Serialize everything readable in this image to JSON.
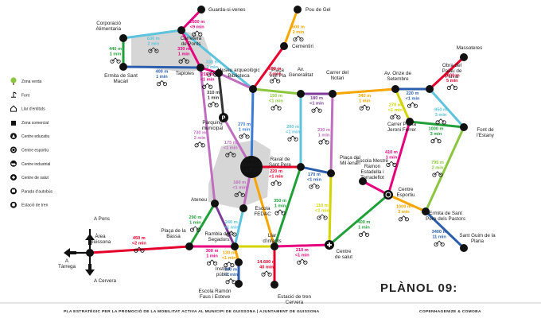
{
  "title": "PLÀNOL 09:",
  "footer": {
    "left": "PLA ESTRATÈGIC PER LA PROMOCIÓ DE LA MOBILITAT ACTIVA AL MUNICIPI DE GUISSONA | AJUNTAMENT DE GUISSONA",
    "right": "COPENHAGENIZE & COMOBA"
  },
  "legend": [
    {
      "label": "Zona verda",
      "icon": "tree-icon"
    },
    {
      "label": "Font",
      "icon": "fountain-icon"
    },
    {
      "label": "Llar d'entitats",
      "icon": "house-icon"
    },
    {
      "label": "Zona comercial",
      "icon": "shopping-bag-icon"
    },
    {
      "label": "Centre educatiu",
      "icon": "school-icon"
    },
    {
      "label": "Centre esportiu",
      "icon": "sports-icon"
    },
    {
      "label": "Centre industrial",
      "icon": "factory-icon"
    },
    {
      "label": "Centre de salut",
      "icon": "health-icon"
    },
    {
      "label": "Parada d'autobús",
      "icon": "bus-icon"
    },
    {
      "label": "Estació de tren",
      "icon": "train-icon"
    }
  ],
  "stops": [
    {
      "id": "corporacio",
      "label": [
        "Corporació",
        "Alimentaria"
      ]
    },
    {
      "id": "carretera_ponts",
      "label": [
        "Carretera",
        "de Ponts"
      ]
    },
    {
      "id": "guarda",
      "label": [
        "Guarda-si-venes"
      ]
    },
    {
      "id": "pou_gel",
      "label": [
        "Pou de Gel"
      ]
    },
    {
      "id": "cementiri",
      "label": [
        "Cementiri"
      ]
    },
    {
      "id": "ermita_macari",
      "label": [
        "Ermita de Sant",
        "Macari"
      ]
    },
    {
      "id": "tapioles",
      "label": [
        "Tapioles"
      ]
    },
    {
      "id": "museu",
      "label": [
        "Museu arqueològic",
        "Biblioteca"
      ]
    },
    {
      "id": "placa_vell_pla",
      "label": [
        "Plaça",
        "Vell Pla"
      ]
    },
    {
      "id": "av_generalitat",
      "label": [
        "Av.",
        "Generalitat"
      ]
    },
    {
      "id": "carrer_notari",
      "label": [
        "Carrer del",
        "Notari"
      ]
    },
    {
      "id": "av_onze",
      "label": [
        "Av. Onze de",
        "Setembre"
      ]
    },
    {
      "id": "obra_fluvia",
      "label": [
        "Obra del",
        "Palau de",
        "Fluvià"
      ]
    },
    {
      "id": "massoteres",
      "label": [
        "Massoteres"
      ]
    },
    {
      "id": "parquing",
      "label": [
        "Pàrquing",
        "municipal"
      ]
    },
    {
      "id": "bisbe",
      "label": [
        "Bisbe",
        "Benlloch",
        "La Pista"
      ]
    },
    {
      "id": "raval",
      "label": [
        "Raval de",
        "Sant Pere"
      ]
    },
    {
      "id": "placa_millenari",
      "label": [
        "Plaça del",
        "Mil·lenari"
      ]
    },
    {
      "id": "carrer_poeta",
      "label": [
        "Carrer Poeta",
        "Jeroni Ferrer"
      ]
    },
    {
      "id": "font_estany",
      "label": [
        "Font de",
        "l'Estany"
      ]
    },
    {
      "id": "escola_fedac",
      "label": [
        "Escola",
        "FEDAC"
      ]
    },
    {
      "id": "escola_mestre",
      "label": [
        "Escola Mestre",
        "Ramon",
        "Estadella i",
        "Torradeflot"
      ]
    },
    {
      "id": "centre_esportiu",
      "label": [
        "Centre",
        "Esportiu"
      ]
    },
    {
      "id": "ateneu",
      "label": [
        "Ateneu"
      ]
    },
    {
      "id": "placa_bassa",
      "label": [
        "Plaça de la",
        "Bassa"
      ]
    },
    {
      "id": "rambla",
      "label": [
        "Rambla dels",
        "Segadors"
      ]
    },
    {
      "id": "llar_infants",
      "label": [
        "Llar",
        "d'infants"
      ]
    },
    {
      "id": "centre_salut",
      "label": [
        "Centre",
        "de salut"
      ]
    },
    {
      "id": "ermita_pere",
      "label": [
        "Ermita de Sant",
        "Pere dels Pastors"
      ]
    },
    {
      "id": "sant_guim",
      "label": [
        "Sant Guim de la",
        "Plana"
      ]
    },
    {
      "id": "institut",
      "label": [
        "Institut",
        "públic"
      ]
    },
    {
      "id": "escola_ramon",
      "label": [
        "Escola Ramón",
        "Faus i Esteve"
      ]
    },
    {
      "id": "estacio_tren",
      "label": [
        "Estació de tren",
        "Cervera"
      ]
    },
    {
      "id": "area_guissona",
      "label": [
        "Àrea",
        "Guissona"
      ]
    },
    {
      "id": "a_pons",
      "label": [
        "A Pons"
      ]
    },
    {
      "id": "a_tarrega",
      "label": [
        "A",
        "Tàrrega"
      ]
    },
    {
      "id": "a_cervera",
      "label": [
        "A Cervera"
      ]
    }
  ],
  "segments": [
    {
      "from": "corporacio",
      "to": "ermita_macari",
      "color": "#21a03a",
      "distance": "440 m",
      "time": "1 min"
    },
    {
      "from": "corporacio",
      "to": "carretera_ponts",
      "color": "#5ec3dc",
      "distance": "630 m",
      "time": "2 min"
    },
    {
      "from": "carretera_ponts",
      "to": "guarda",
      "color": "#e6007e",
      "distance": "2600 m",
      "time": "<9 min"
    },
    {
      "from": "carretera_ponts",
      "to": "tapioles",
      "color": "#e6007e",
      "distance": "330 m",
      "time": "1 min"
    },
    {
      "from": "carretera_ponts",
      "to": "placa_vell_pla",
      "color": "#5ec3dc",
      "distance": "330 m",
      "time": "1 min"
    },
    {
      "from": "placa_vell_pla",
      "to": "cementiri",
      "color": "#e4002b",
      "distance": "690 m",
      "time": "2 min"
    },
    {
      "from": "cementiri",
      "to": "pou_gel",
      "color": "#f7a600",
      "distance": "600 m",
      "time": "2 min"
    },
    {
      "from": "ermita_macari",
      "to": "tapioles",
      "color": "#2b5fad",
      "distance": "400 m",
      "time": "1 min"
    },
    {
      "from": "tapioles",
      "to": "museu",
      "color": "#e6007e",
      "distance": "210 m",
      "time": "<1 min"
    },
    {
      "from": "museu",
      "to": "placa_vell_pla",
      "color": "#c06ebf",
      "distance": "",
      "time": ""
    },
    {
      "from": "museu",
      "to": "parquing",
      "color": "#333333",
      "distance": "310 m",
      "time": "1 min"
    },
    {
      "from": "placa_vell_pla",
      "to": "bisbe",
      "color": "#3a7bd5",
      "distance": "270 m",
      "time": "1 min"
    },
    {
      "from": "placa_vell_pla",
      "to": "av_generalitat",
      "color": "#8cc63f",
      "distance": "150 m",
      "time": "<1 min"
    },
    {
      "from": "av_generalitat",
      "to": "carrer_notari",
      "color": "#7d3c98",
      "distance": "180 m",
      "time": "<1 min"
    },
    {
      "from": "carrer_notari",
      "to": "av_onze",
      "color": "#f7a600",
      "distance": "340 m",
      "time": "1 min"
    },
    {
      "from": "av_onze",
      "to": "obra_fluvia",
      "color": "#2b5fad",
      "distance": "220 m",
      "time": "<1 min"
    },
    {
      "from": "obra_fluvia",
      "to": "massoteres",
      "color": "#e4002b",
      "distance": "1600 m",
      "time": "5 min"
    },
    {
      "from": "obra_fluvia",
      "to": "font_estany",
      "color": "#5ec3dc",
      "distance": "950 m",
      "time": "3 min"
    },
    {
      "from": "av_onze",
      "to": "carrer_poeta",
      "color": "#d4d400",
      "distance": "270 m",
      "time": "<1 min"
    },
    {
      "from": "carrer_poeta",
      "to": "font_estany",
      "color": "#21a03a",
      "distance": "1000 m",
      "time": "3 min"
    },
    {
      "from": "tapioles",
      "to": "ateneu",
      "color": "#c06ebf",
      "distance": "730 m",
      "time": "2 min"
    },
    {
      "from": "parquing",
      "to": "bisbe",
      "color": "#c06ebf",
      "distance": "175 m",
      "time": "<1 min"
    },
    {
      "from": "av_generalitat",
      "to": "raval",
      "color": "#5ec3dc",
      "distance": "200 m",
      "time": "<1 min"
    },
    {
      "from": "carrer_notari",
      "to": "placa_millenari",
      "color": "#c06ebf",
      "distance": "230 m",
      "time": "1 min"
    },
    {
      "from": "carrer_poeta",
      "to": "centre_esportiu",
      "color": "#e6007e",
      "distance": "410 m",
      "time": "1 min"
    },
    {
      "from": "font_estany",
      "to": "ermita_pere",
      "color": "#8cc63f",
      "distance": "795 m",
      "time": "2 min"
    },
    {
      "from": "bisbe",
      "to": "raval",
      "color": "#e4002b",
      "distance": "220 m",
      "time": "<1 min"
    },
    {
      "from": "raval",
      "to": "placa_millenari",
      "color": "#2b5fad",
      "distance": "170 m",
      "time": "<1 min"
    },
    {
      "from": "bisbe",
      "to": "escola_fedac",
      "color": "#c06ebf",
      "distance": "160 m",
      "time": "<1 min"
    },
    {
      "from": "placa_millenari",
      "to": "centre_salut",
      "color": "#d4d400",
      "distance": "110 m",
      "time": "<1 min"
    },
    {
      "from": "raval",
      "to": "llar_infants",
      "color": "#21a03a",
      "distance": "350 m",
      "time": "1 min"
    },
    {
      "from": "centre_esportiu",
      "to": "ermita_pere",
      "color": "#f7a600",
      "distance": "1000 m",
      "time": "3 min"
    },
    {
      "from": "centre_salut",
      "to": "centre_esportiu",
      "color": "#21a03a",
      "distance": "400 m",
      "time": "1 min"
    },
    {
      "from": "escola_mestre",
      "to": "centre_esportiu",
      "color": "#e6007e",
      "distance": "",
      "time": ""
    },
    {
      "from": "ermita_pere",
      "to": "sant_guim",
      "color": "#2b5fad",
      "distance": "3400 m",
      "time": "11 min"
    },
    {
      "from": "ateneu",
      "to": "placa_bassa",
      "color": "#21a03a",
      "distance": "290 m",
      "time": "1 min"
    },
    {
      "from": "ateneu",
      "to": "rambla",
      "color": "#7d3c98",
      "distance": "",
      "time": ""
    },
    {
      "from": "escola_fedac",
      "to": "rambla",
      "color": "#5ec3dc",
      "distance": "240 m",
      "time": "<1 min"
    },
    {
      "from": "bisbe",
      "to": "llar_infants",
      "color": "#f7a600",
      "distance": "",
      "time": ""
    },
    {
      "from": "placa_bassa",
      "to": "rambla",
      "color": "#e6007e",
      "distance": "300 m",
      "time": "1 min"
    },
    {
      "from": "rambla",
      "to": "llar_infants",
      "color": "#d4d400",
      "distance": "",
      "time": ""
    },
    {
      "from": "llar_infants",
      "to": "centre_salut",
      "color": "#e6007e",
      "distance": "210 m",
      "time": "<1 min"
    },
    {
      "from": "rambla",
      "to": "institut",
      "color": "#f7a600",
      "distance": "130 m",
      "time": "<1 min"
    },
    {
      "from": "institut",
      "to": "escola_ramon",
      "color": "#2b5fad",
      "distance": "180 m",
      "time": "<1 min"
    },
    {
      "from": "llar_infants",
      "to": "estacio_tren",
      "color": "#e4002b",
      "distance": "14.600 m",
      "time": "40 min"
    },
    {
      "from": "placa_bassa",
      "to": "area_guissona",
      "color": "#e4002b",
      "distance": "450 m",
      "time": "<2 min"
    }
  ],
  "colors": {
    "background": "#ffffff",
    "node_fill": "#111111",
    "commercial_zone": "#d6d6d6"
  }
}
